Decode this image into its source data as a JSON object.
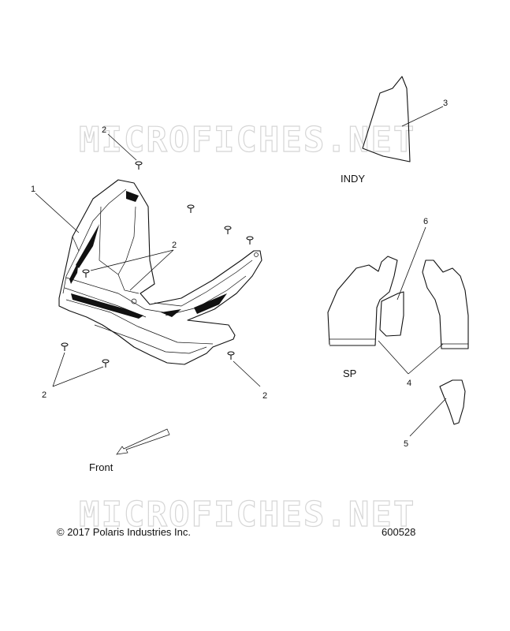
{
  "watermark": {
    "text": "MICROFICHES.NET"
  },
  "callouts": {
    "c1": "1",
    "c2a": "2",
    "c2b": "2",
    "c2c": "2",
    "c2d": "2",
    "c3": "3",
    "c4": "4",
    "c5": "5",
    "c6": "6"
  },
  "captions": {
    "indy": "INDY",
    "sp": "SP",
    "front": "Front"
  },
  "footer": {
    "copyright": "© 2017 Polaris Industries Inc.",
    "figure_number": "600528"
  }
}
